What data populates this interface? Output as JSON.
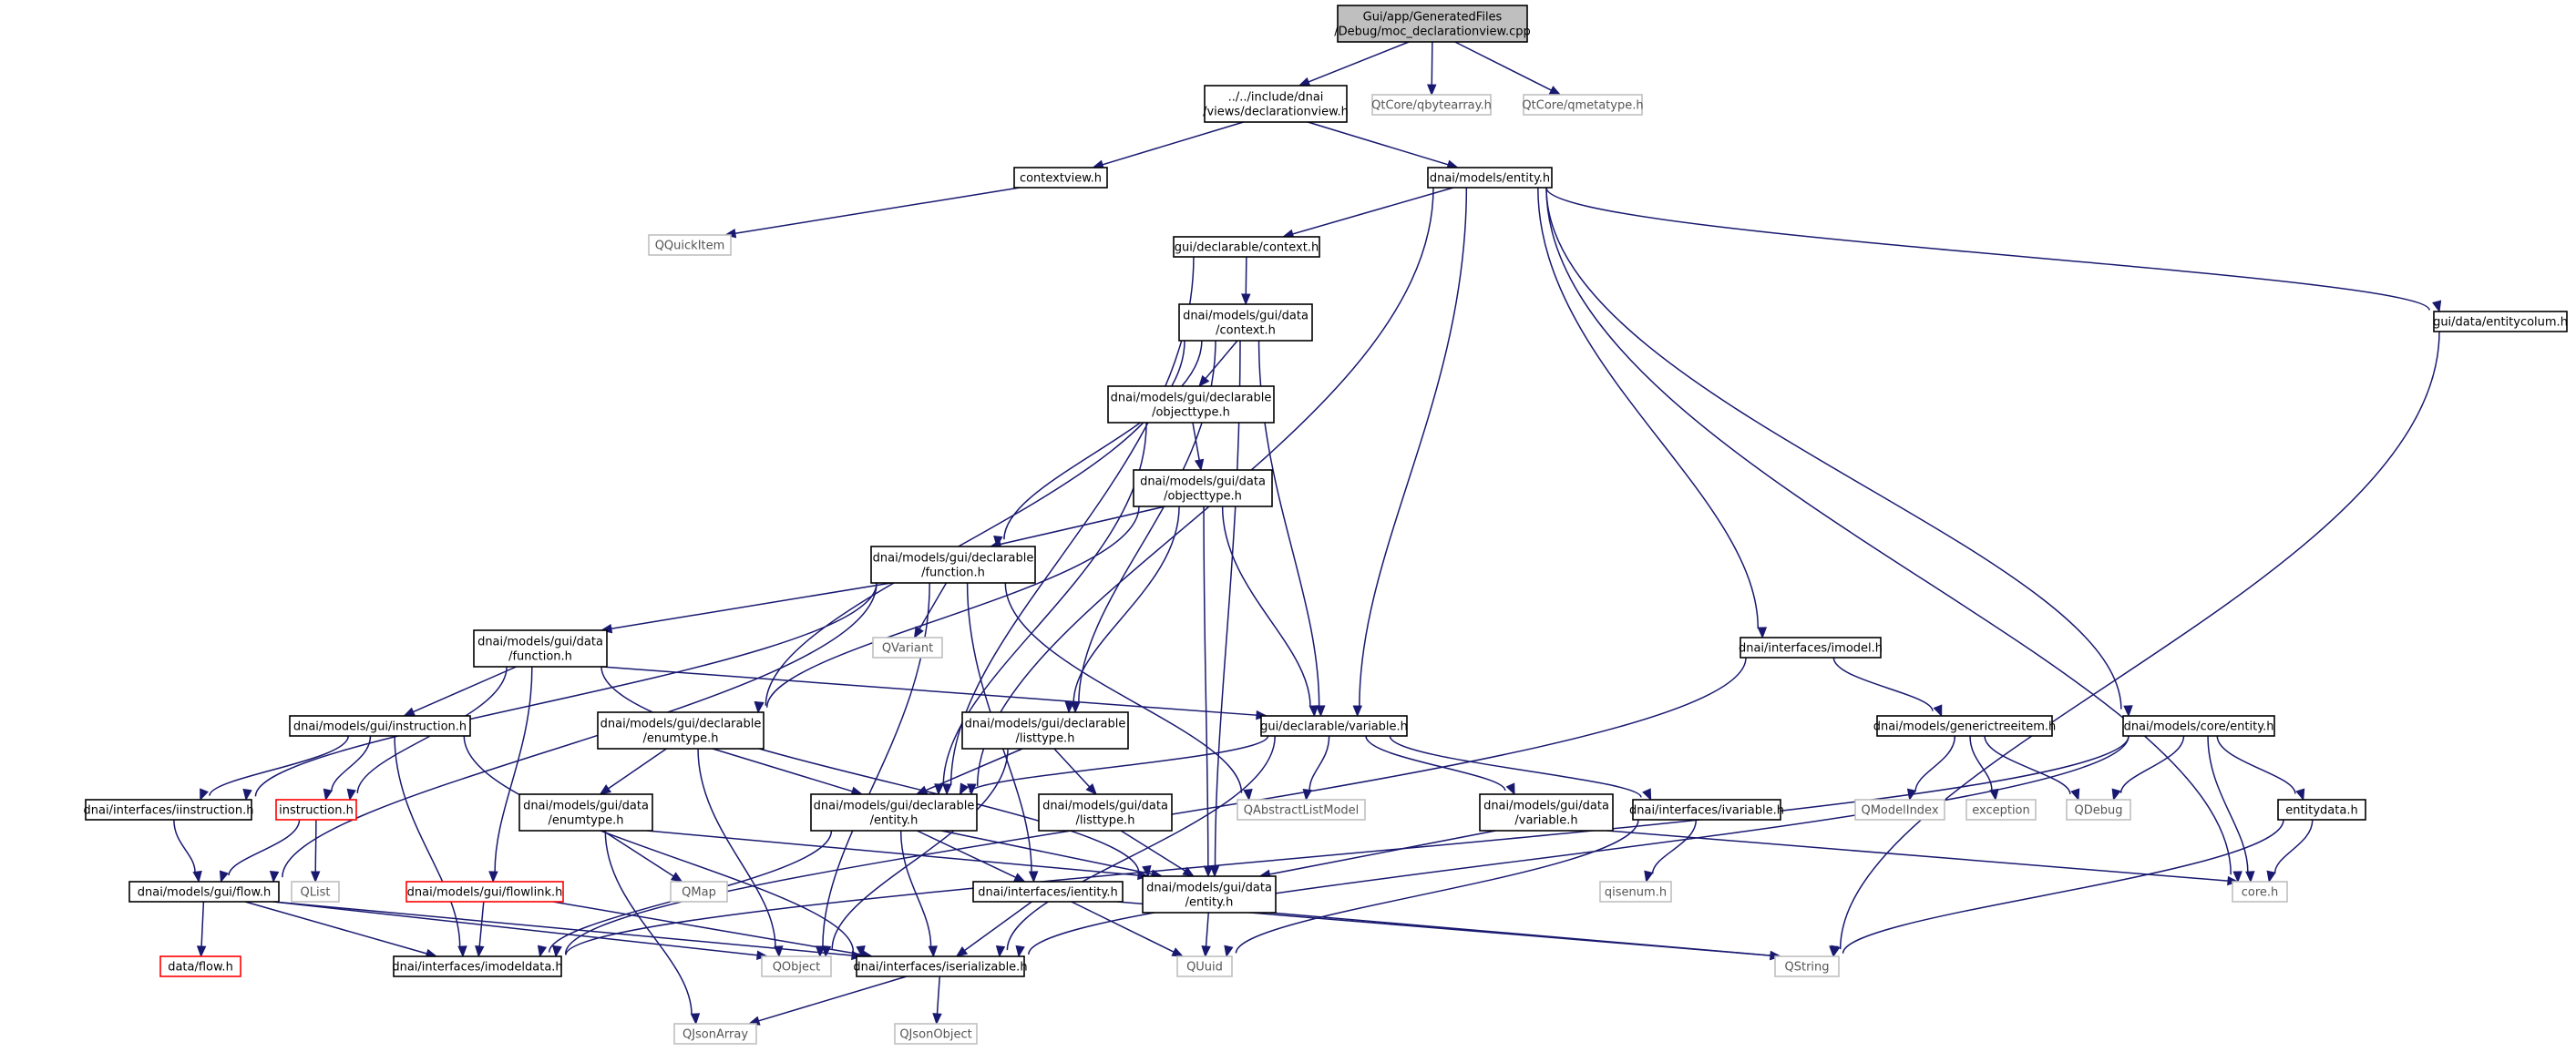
{
  "graph": {
    "colors": {
      "edge": "#191970",
      "normal_border": "#000000",
      "external_border": "#bfbfbf",
      "missing_border": "#ff0000",
      "root_fill": "#bfbfbf",
      "external_text": "#555555"
    },
    "nodes": [
      {
        "id": "root",
        "kind": "root",
        "lines": [
          "Gui/app/GeneratedFiles",
          "/Debug/moc_declarationview.cpp"
        ]
      },
      {
        "id": "declarationview",
        "kind": "normal",
        "lines": [
          "../../include/dnai",
          "/views/declarationview.h"
        ]
      },
      {
        "id": "qbytearray",
        "kind": "external",
        "lines": [
          "QtCore/qbytearray.h"
        ]
      },
      {
        "id": "qmetatype",
        "kind": "external",
        "lines": [
          "QtCore/qmetatype.h"
        ]
      },
      {
        "id": "contextview",
        "kind": "normal",
        "lines": [
          "contextview.h"
        ]
      },
      {
        "id": "entity",
        "kind": "normal",
        "lines": [
          "dnai/models/entity.h"
        ]
      },
      {
        "id": "qquickitem",
        "kind": "external",
        "lines": [
          "QQuickItem"
        ]
      },
      {
        "id": "declcontext",
        "kind": "normal",
        "lines": [
          "gui/declarable/context.h"
        ]
      },
      {
        "id": "datacontext",
        "kind": "normal",
        "lines": [
          "dnai/models/gui/data",
          "/context.h"
        ]
      },
      {
        "id": "entitycolum",
        "kind": "normal",
        "lines": [
          "gui/data/entitycolum.h"
        ]
      },
      {
        "id": "declobjecttype",
        "kind": "normal",
        "lines": [
          "dnai/models/gui/declarable",
          "/objecttype.h"
        ]
      },
      {
        "id": "dataobjecttype",
        "kind": "normal",
        "lines": [
          "dnai/models/gui/data",
          "/objecttype.h"
        ]
      },
      {
        "id": "declfunction",
        "kind": "normal",
        "lines": [
          "dnai/models/gui/declarable",
          "/function.h"
        ]
      },
      {
        "id": "qvariant",
        "kind": "external",
        "lines": [
          "QVariant"
        ]
      },
      {
        "id": "datafunction",
        "kind": "normal",
        "lines": [
          "dnai/models/gui/data",
          "/function.h"
        ]
      },
      {
        "id": "imodel",
        "kind": "normal",
        "lines": [
          "dnai/interfaces/imodel.h"
        ]
      },
      {
        "id": "guiinstruction",
        "kind": "normal",
        "lines": [
          "dnai/models/gui/instruction.h"
        ]
      },
      {
        "id": "declenumtype",
        "kind": "normal",
        "lines": [
          "dnai/models/gui/declarable",
          "/enumtype.h"
        ]
      },
      {
        "id": "decllisttype",
        "kind": "normal",
        "lines": [
          "dnai/models/gui/declarable",
          "/listtype.h"
        ]
      },
      {
        "id": "declvariable",
        "kind": "normal",
        "lines": [
          "gui/declarable/variable.h"
        ]
      },
      {
        "id": "generictreeitem",
        "kind": "normal",
        "lines": [
          "dnai/models/generictreeitem.h"
        ]
      },
      {
        "id": "coreentity",
        "kind": "normal",
        "lines": [
          "dnai/models/core/entity.h"
        ]
      },
      {
        "id": "iinstruction",
        "kind": "normal",
        "lines": [
          "dnai/interfaces/iinstruction.h"
        ]
      },
      {
        "id": "instructionh",
        "kind": "missing",
        "lines": [
          "instruction.h"
        ]
      },
      {
        "id": "dataenumtype",
        "kind": "normal",
        "lines": [
          "dnai/models/gui/data",
          "/enumtype.h"
        ]
      },
      {
        "id": "declentity",
        "kind": "normal",
        "lines": [
          "dnai/models/gui/declarable",
          "/entity.h"
        ]
      },
      {
        "id": "datalisttype",
        "kind": "normal",
        "lines": [
          "dnai/models/gui/data",
          "/listtype.h"
        ]
      },
      {
        "id": "qabstractlistmodel",
        "kind": "external",
        "lines": [
          "QAbstractListModel"
        ]
      },
      {
        "id": "datavariable",
        "kind": "normal",
        "lines": [
          "dnai/models/gui/data",
          "/variable.h"
        ]
      },
      {
        "id": "ivariable",
        "kind": "normal",
        "lines": [
          "dnai/interfaces/ivariable.h"
        ]
      },
      {
        "id": "qmodelindex",
        "kind": "external",
        "lines": [
          "QModelIndex"
        ]
      },
      {
        "id": "exception",
        "kind": "external",
        "lines": [
          "exception"
        ]
      },
      {
        "id": "qdebug",
        "kind": "external",
        "lines": [
          "QDebug"
        ]
      },
      {
        "id": "entitydata",
        "kind": "normal",
        "lines": [
          "entitydata.h"
        ]
      },
      {
        "id": "qlist",
        "kind": "external",
        "lines": [
          "QList"
        ]
      },
      {
        "id": "flowh",
        "kind": "normal",
        "lines": [
          "dnai/models/gui/flow.h"
        ]
      },
      {
        "id": "flowlink",
        "kind": "missing",
        "lines": [
          "dnai/models/gui/flowlink.h"
        ]
      },
      {
        "id": "qmap",
        "kind": "external",
        "lines": [
          "QMap"
        ]
      },
      {
        "id": "ientity",
        "kind": "normal",
        "lines": [
          "dnai/interfaces/ientity.h"
        ]
      },
      {
        "id": "dataentity",
        "kind": "normal",
        "lines": [
          "dnai/models/gui/data",
          "/entity.h"
        ]
      },
      {
        "id": "qisenum",
        "kind": "external",
        "lines": [
          "qisenum.h"
        ]
      },
      {
        "id": "coreh",
        "kind": "external",
        "lines": [
          "core.h"
        ]
      },
      {
        "id": "dataflow",
        "kind": "missing",
        "lines": [
          "data/flow.h"
        ]
      },
      {
        "id": "imodeldata",
        "kind": "normal",
        "lines": [
          "dnai/interfaces/imodeldata.h"
        ]
      },
      {
        "id": "qobject",
        "kind": "external",
        "lines": [
          "QObject"
        ]
      },
      {
        "id": "iserializable",
        "kind": "normal",
        "lines": [
          "dnai/interfaces/iserializable.h"
        ]
      },
      {
        "id": "quuid",
        "kind": "external",
        "lines": [
          "QUuid"
        ]
      },
      {
        "id": "qstring",
        "kind": "external",
        "lines": [
          "QString"
        ]
      },
      {
        "id": "qjsonarray",
        "kind": "external",
        "lines": [
          "QJsonArray"
        ]
      },
      {
        "id": "qjsonobject",
        "kind": "external",
        "lines": [
          "QJsonObject"
        ]
      }
    ],
    "edges": [
      [
        "root",
        "declarationview"
      ],
      [
        "root",
        "qbytearray"
      ],
      [
        "root",
        "qmetatype"
      ],
      [
        "declarationview",
        "contextview"
      ],
      [
        "declarationview",
        "entity"
      ],
      [
        "contextview",
        "qquickitem"
      ],
      [
        "entity",
        "declcontext"
      ],
      [
        "entity",
        "entitycolum"
      ],
      [
        "entity",
        "imodel"
      ],
      [
        "entity",
        "coreentity"
      ],
      [
        "entity",
        "declvariable"
      ],
      [
        "entity",
        "declentity"
      ],
      [
        "entity",
        "coreh"
      ],
      [
        "declcontext",
        "datacontext"
      ],
      [
        "declcontext",
        "declentity"
      ],
      [
        "datacontext",
        "declobjecttype"
      ],
      [
        "datacontext",
        "declfunction"
      ],
      [
        "datacontext",
        "declenumtype"
      ],
      [
        "datacontext",
        "decllisttype"
      ],
      [
        "datacontext",
        "declvariable"
      ],
      [
        "datacontext",
        "dataentity"
      ],
      [
        "entitycolum",
        "qstring"
      ],
      [
        "declobjecttype",
        "dataobjecttype"
      ],
      [
        "declobjecttype",
        "declentity"
      ],
      [
        "dataobjecttype",
        "declfunction"
      ],
      [
        "dataobjecttype",
        "declenumtype"
      ],
      [
        "dataobjecttype",
        "decllisttype"
      ],
      [
        "dataobjecttype",
        "declvariable"
      ],
      [
        "dataobjecttype",
        "dataentity"
      ],
      [
        "declfunction",
        "datafunction"
      ],
      [
        "declfunction",
        "qvariant"
      ],
      [
        "declfunction",
        "iinstruction"
      ],
      [
        "declfunction",
        "flowh"
      ],
      [
        "declfunction",
        "qabstractlistmodel"
      ],
      [
        "declfunction",
        "ientity"
      ],
      [
        "declfunction",
        "qobject"
      ],
      [
        "datafunction",
        "guiinstruction"
      ],
      [
        "datafunction",
        "instructionh"
      ],
      [
        "datafunction",
        "flowlink"
      ],
      [
        "datafunction",
        "declvariable"
      ],
      [
        "datafunction",
        "dataentity"
      ],
      [
        "imodel",
        "generictreeitem"
      ],
      [
        "imodel",
        "imodeldata"
      ],
      [
        "guiinstruction",
        "iinstruction"
      ],
      [
        "guiinstruction",
        "instructionh"
      ],
      [
        "guiinstruction",
        "imodeldata"
      ],
      [
        "guiinstruction",
        "iserializable"
      ],
      [
        "declenumtype",
        "dataenumtype"
      ],
      [
        "declenumtype",
        "declentity"
      ],
      [
        "declenumtype",
        "qobject"
      ],
      [
        "decllisttype",
        "datalisttype"
      ],
      [
        "decllisttype",
        "declentity"
      ],
      [
        "decllisttype",
        "qobject"
      ],
      [
        "declvariable",
        "declentity"
      ],
      [
        "declvariable",
        "qabstractlistmodel"
      ],
      [
        "declvariable",
        "datavariable"
      ],
      [
        "declvariable",
        "ivariable"
      ],
      [
        "declvariable",
        "iserializable"
      ],
      [
        "generictreeitem",
        "qmodelindex"
      ],
      [
        "generictreeitem",
        "exception"
      ],
      [
        "generictreeitem",
        "qdebug"
      ],
      [
        "coreentity",
        "qdebug"
      ],
      [
        "coreentity",
        "entitydata"
      ],
      [
        "coreentity",
        "coreh"
      ],
      [
        "coreentity",
        "imodeldata"
      ],
      [
        "coreentity",
        "iserializable"
      ],
      [
        "iinstruction",
        "flowh"
      ],
      [
        "instructionh",
        "flowh"
      ],
      [
        "instructionh",
        "qlist"
      ],
      [
        "dataenumtype",
        "dataentity"
      ],
      [
        "dataenumtype",
        "qmap"
      ],
      [
        "dataenumtype",
        "qjsonarray"
      ],
      [
        "declentity",
        "ientity"
      ],
      [
        "declentity",
        "dataentity"
      ],
      [
        "declentity",
        "iserializable"
      ],
      [
        "declentity",
        "imodeldata"
      ],
      [
        "datalisttype",
        "dataentity"
      ],
      [
        "datavariable",
        "dataentity"
      ],
      [
        "datavariable",
        "coreh"
      ],
      [
        "ivariable",
        "qisenum"
      ],
      [
        "ivariable",
        "quuid"
      ],
      [
        "entitydata",
        "coreh"
      ],
      [
        "entitydata",
        "qstring"
      ],
      [
        "flowh",
        "dataflow"
      ],
      [
        "flowh",
        "imodeldata"
      ],
      [
        "flowh",
        "qobject"
      ],
      [
        "flowh",
        "iserializable"
      ],
      [
        "flowlink",
        "imodeldata"
      ],
      [
        "flowlink",
        "iserializable"
      ],
      [
        "ientity",
        "iserializable"
      ],
      [
        "ientity",
        "quuid"
      ],
      [
        "ientity",
        "qstring"
      ],
      [
        "dataentity",
        "quuid"
      ],
      [
        "dataentity",
        "qstring"
      ],
      [
        "iserializable",
        "qjsonarray"
      ],
      [
        "iserializable",
        "qjsonobject"
      ]
    ]
  }
}
